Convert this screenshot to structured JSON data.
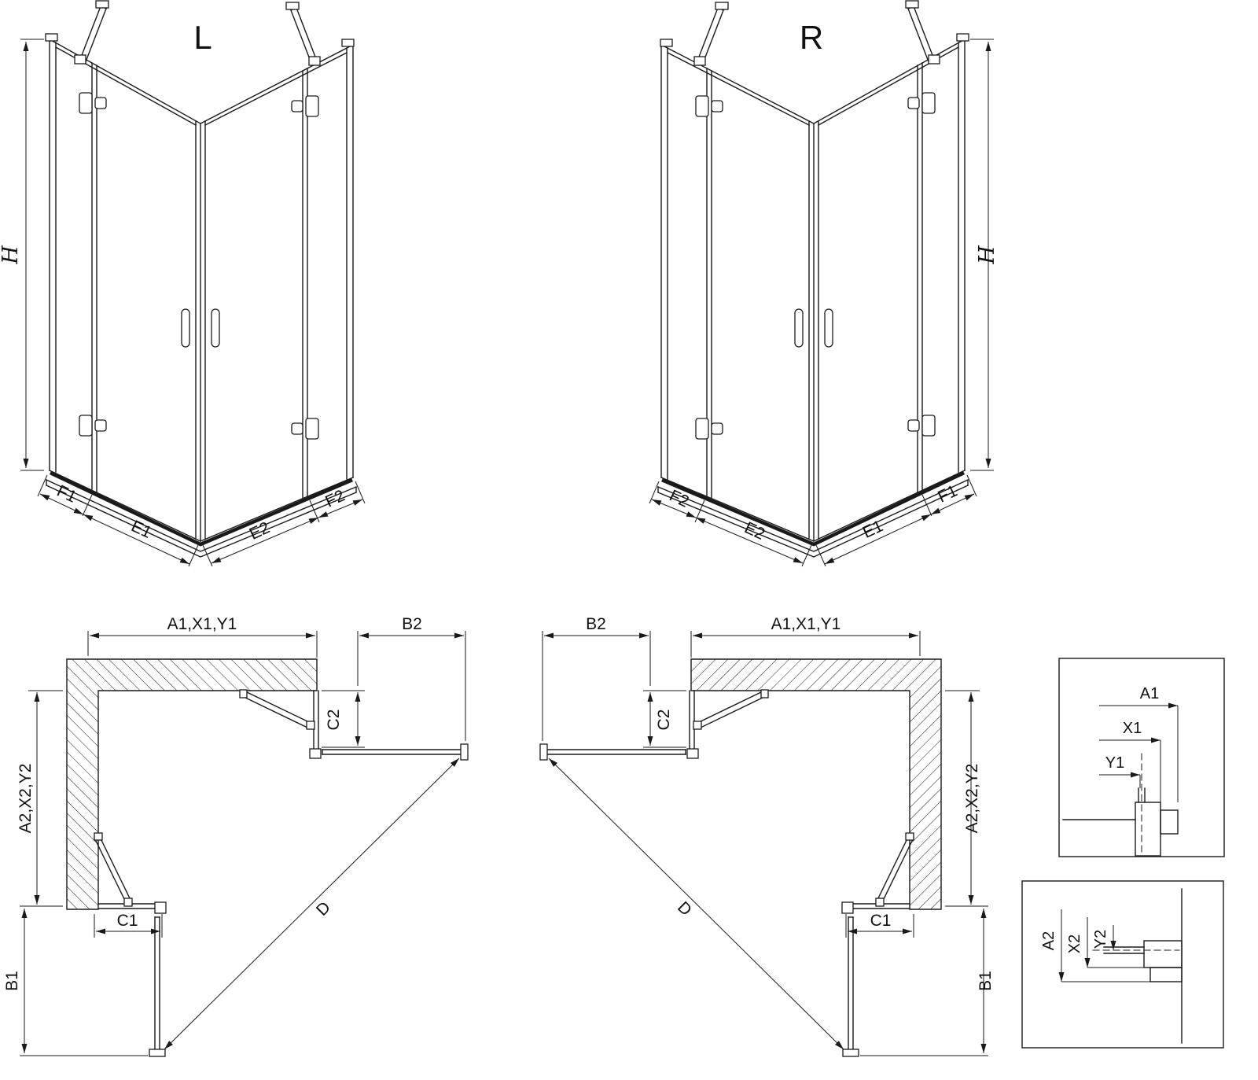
{
  "figure": {
    "background": "#ffffff",
    "line_color": "#1a1a1a"
  },
  "iso_left": {
    "view_label": "L",
    "height_label": "H",
    "f1": "F1",
    "e1": "E1",
    "e2": "E2",
    "f2": "F2"
  },
  "iso_right": {
    "view_label": "R",
    "height_label": "H",
    "f1": "F1",
    "e1": "E1",
    "e2": "E2",
    "f2": "F2"
  },
  "plan_left": {
    "width": "A1,X1,Y1",
    "b2": "B2",
    "c2": "C2",
    "depth": "A2,X2,Y2",
    "c1": "C1",
    "b1": "B1",
    "d": "D"
  },
  "plan_right": {
    "width": "A1,X1,Y1",
    "b2": "B2",
    "c2": "C2",
    "depth": "A2,X2,Y2",
    "c1": "C1",
    "b1": "B1",
    "d": "D"
  },
  "detail_top": {
    "a1": "A1",
    "x1": "X1",
    "y1": "Y1"
  },
  "detail_bottom": {
    "a2": "A2",
    "x2": "X2",
    "y2": "Y2"
  }
}
